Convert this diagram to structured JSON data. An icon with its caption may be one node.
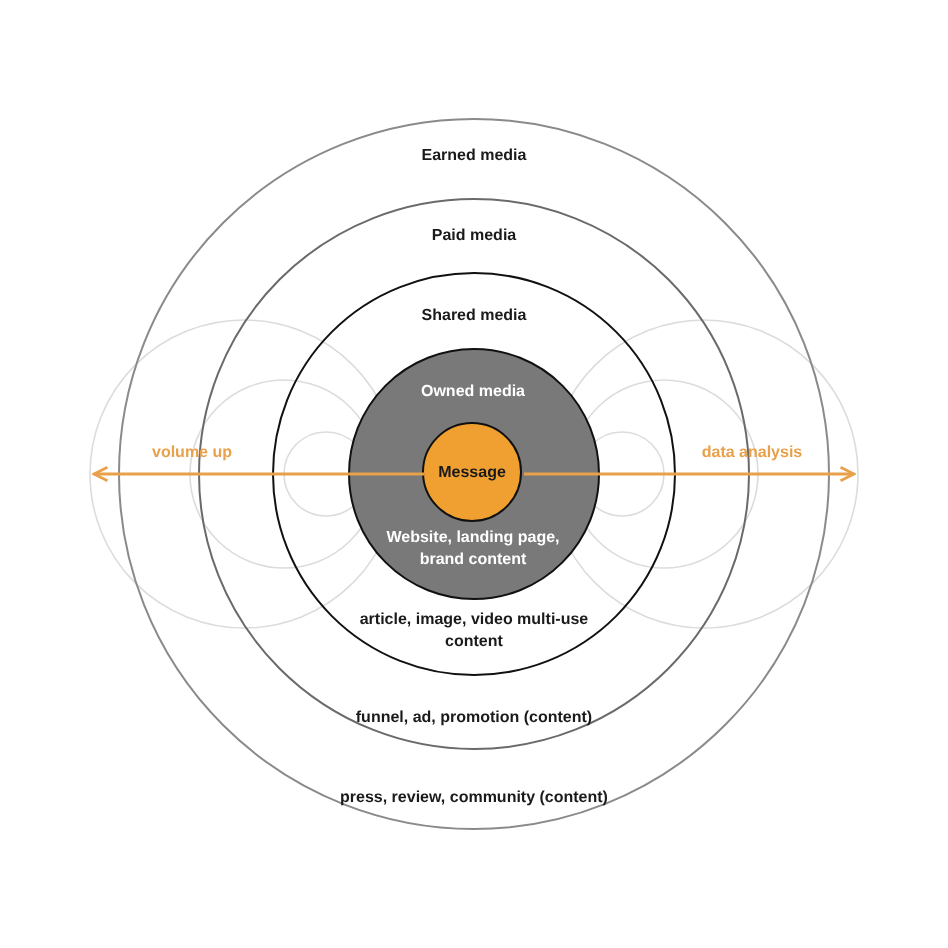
{
  "diagram": {
    "nodes": [
      {
        "text": [
          "Earned media",
          "press, review, community (content)"
        ]
      },
      {
        "text": [
          "Paid media",
          "funnel, ad, promotion (content)"
        ],
        "in": 0
      },
      {
        "text": [
          "Shared media",
          "article, image, video multi-use content"
        ],
        "in": 1
      },
      {
        "text": [
          "Owned media",
          "Website, landing page, brand content"
        ],
        "in": 2
      },
      {
        "text": [
          "Message"
        ],
        "in": 3
      }
    ],
    "edges": [
      {
        "from": 4,
        "to": null,
        "arrow": "to",
        "label": "volume up"
      },
      {
        "from": 4,
        "to": null,
        "arrow": "to",
        "label": "data analysis"
      }
    ]
  }
}
